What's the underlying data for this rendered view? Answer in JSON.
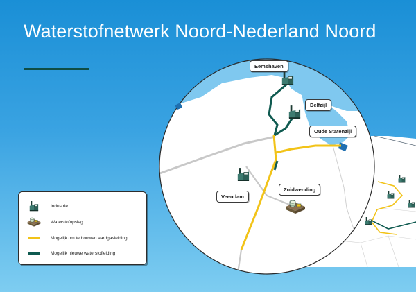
{
  "header": {
    "title": "Waterstofnetwerk Noord-Nederland Noord"
  },
  "map": {
    "locations": [
      {
        "id": "eemshaven",
        "label": "Eemshaven"
      },
      {
        "id": "delfzijl",
        "label": "Delfzijl"
      },
      {
        "id": "oude-statenzijl",
        "label": "Oude Statenzijl"
      },
      {
        "id": "veendam",
        "label": "Veendam"
      },
      {
        "id": "zuidwending",
        "label": "Zuidwending"
      }
    ]
  },
  "legend": {
    "items": [
      {
        "label": "Industrie",
        "icon": "factory-icon"
      },
      {
        "label": "Waterstofopslag",
        "icon": "hydrogen-storage-icon"
      },
      {
        "label": "Mogelijk om te bouwen aardgasleiding",
        "color": "#f2c318"
      },
      {
        "label": "Mogelijk nieuwe waterstofleiding",
        "color": "#0f5a50"
      }
    ]
  },
  "colors": {
    "background": "#2a98dc",
    "land": "#ffffff",
    "water": "#7fc8ef",
    "converted_gas_pipeline": "#f2c318",
    "new_hydrogen_pipeline": "#0f5a50",
    "existing_pipeline": "#c8c8c8"
  }
}
